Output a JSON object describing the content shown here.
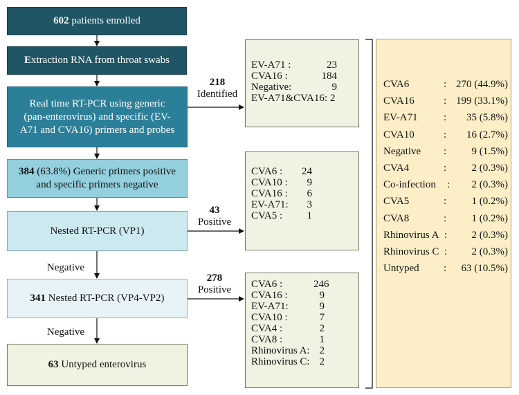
{
  "flow": {
    "enrolled": {
      "num": "602",
      "text": " patients enrolled"
    },
    "extraction": {
      "lead": "E",
      "text": "xtraction  RNA from throat swabs"
    },
    "rtpcr": {
      "l1": "Real time RT-PCR using generic",
      "l2": "(pan-enterovirus) and specific (EV-",
      "l3": "A71 and CVA16) primers and probes"
    },
    "generic": {
      "num": "384",
      "text1": " (63.8%) Generic primers positive",
      "text2": "and specific primers negative"
    },
    "nested1": {
      "text": "Nested RT-PCR  (VP1)"
    },
    "nested2": {
      "num": "341",
      "text": " Nested  RT-PCR (VP4-VP2)"
    },
    "untyped": {
      "num": "63",
      "text": " Untyped enterovirus"
    }
  },
  "edges": {
    "identified": {
      "num": "218",
      "label": "Identified"
    },
    "positive1": {
      "num": "43",
      "label": "Positive"
    },
    "positive2": {
      "num": "278",
      "label": "Positive"
    },
    "negative1": {
      "label": "Negative"
    },
    "negative2": {
      "label": "Negative"
    }
  },
  "box1": [
    {
      "name": "EV-A71 :",
      "value": "23"
    },
    {
      "name": "CVA16  :",
      "value": "184"
    },
    {
      "name": "Negative:",
      "value": "9"
    },
    {
      "name": "EV-A71&CVA16:",
      "value": "2"
    }
  ],
  "box2": [
    {
      "name": "CVA6   :",
      "value": "24"
    },
    {
      "name": "CVA10 :",
      "value": "9"
    },
    {
      "name": "CVA16 :",
      "value": "6"
    },
    {
      "name": "EV-A71:",
      "value": "3"
    },
    {
      "name": "CVA5   :",
      "value": "1"
    }
  ],
  "box3": [
    {
      "name": "CVA6   :",
      "value": "246"
    },
    {
      "name": "CVA16 :",
      "value": "9"
    },
    {
      "name": "EV-A71:",
      "value": "9"
    },
    {
      "name": "CVA10 :",
      "value": "7"
    },
    {
      "name": "CVA4    :",
      "value": "2"
    },
    {
      "name": "CVA8    :",
      "value": "1"
    },
    {
      "name": "Rhinovirus A:",
      "value": "2"
    },
    {
      "name": "Rhinovirus C:",
      "value": "2"
    }
  ],
  "summary": [
    {
      "name": "CVA6",
      "colon": ":",
      "value": "270 (44.9%)"
    },
    {
      "name": "CVA16",
      "colon": ":",
      "value": "199 (33.1%)"
    },
    {
      "name": "EV-A71",
      "colon": ":",
      "value": "35 (5.8%)"
    },
    {
      "name": "CVA10",
      "colon": ":",
      "value": "16 (2.7%)"
    },
    {
      "name": "Negative",
      "colon": ":",
      "value": "9 (1.5%)"
    },
    {
      "name": "CVA4",
      "colon": ":",
      "value": "2 (0.3%)"
    },
    {
      "name": "Co-infection",
      "colon": ":",
      "value": "2 (0.3%)"
    },
    {
      "name": "CVA5",
      "colon": ":",
      "value": "1 (0.2%)"
    },
    {
      "name": "CVA8",
      "colon": ":",
      "value": "1 (0.2%)"
    },
    {
      "name": "Rhinovirus A",
      "colon": ":",
      "value": "2 (0.3%)"
    },
    {
      "name": "Rhinovirus C",
      "colon": ":",
      "value": "2 (0.3%)"
    },
    {
      "name": "Untyped",
      "colon": ":",
      "value": "63 (10.5%)"
    }
  ]
}
